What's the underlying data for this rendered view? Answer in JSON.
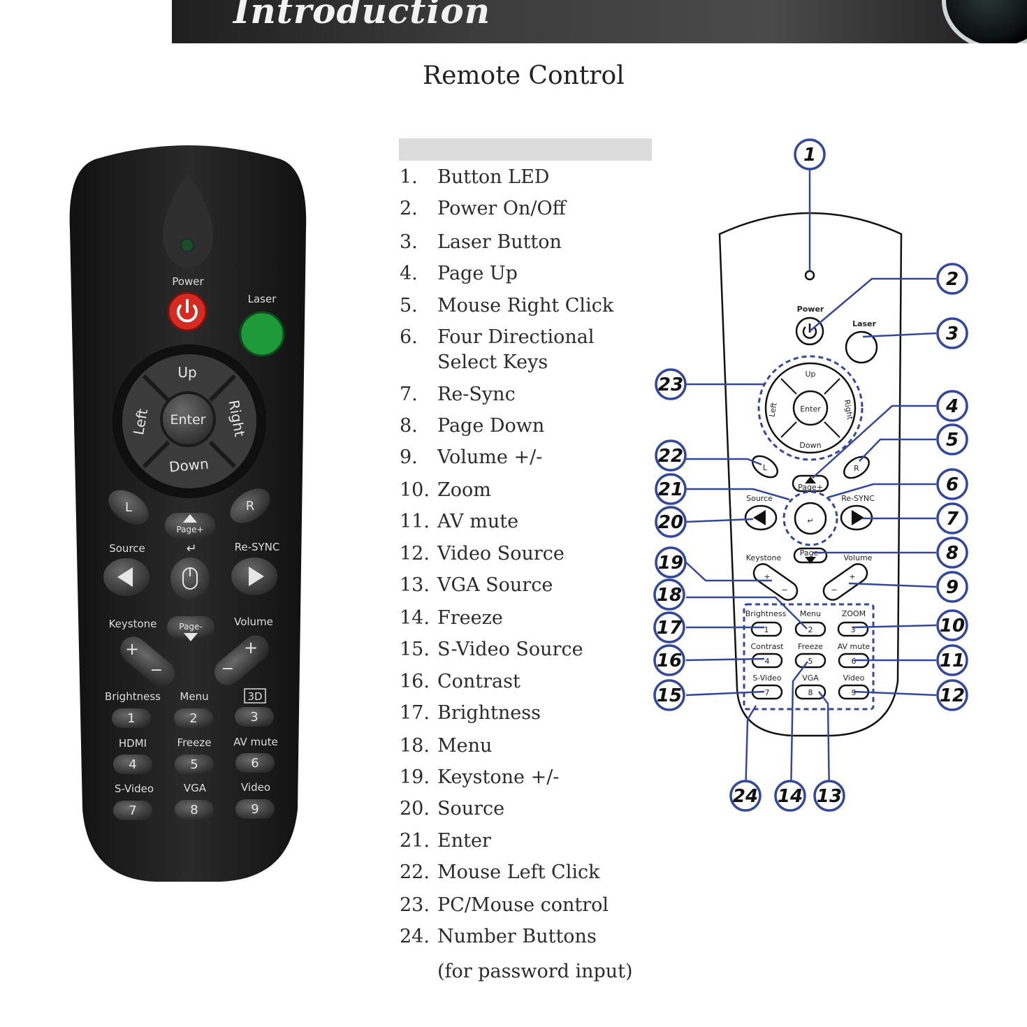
{
  "header": {
    "title": "Introduction"
  },
  "section": {
    "title": "Remote Control"
  },
  "items": [
    {
      "num": "1.",
      "label": "Button LED"
    },
    {
      "num": "2.",
      "label": "Power On/Off"
    },
    {
      "num": "3.",
      "label": "Laser Button"
    },
    {
      "num": "4.",
      "label": "Page Up"
    },
    {
      "num": "5.",
      "label": "Mouse Right Click"
    },
    {
      "num": "6.",
      "label": "Four Directional",
      "label2": "Select Keys"
    },
    {
      "num": "7.",
      "label": "Re-Sync"
    },
    {
      "num": "8.",
      "label": "Page Down"
    },
    {
      "num": "9.",
      "label": "Volume +/-"
    },
    {
      "num": "10.",
      "label": "Zoom"
    },
    {
      "num": "11.",
      "label": "AV mute"
    },
    {
      "num": "12.",
      "label": "Video Source"
    },
    {
      "num": "13.",
      "label": "VGA Source"
    },
    {
      "num": "14.",
      "label": "Freeze"
    },
    {
      "num": "15.",
      "label": "S-Video Source"
    },
    {
      "num": "16.",
      "label": "Contrast"
    },
    {
      "num": "17.",
      "label": "Brightness"
    },
    {
      "num": "18.",
      "label": "Menu"
    },
    {
      "num": "19.",
      "label": "Keystone +/-"
    },
    {
      "num": "20.",
      "label": "Source"
    },
    {
      "num": "21.",
      "label": "Enter"
    },
    {
      "num": "22.",
      "label": "Mouse Left Click"
    },
    {
      "num": "23.",
      "label": "PC/Mouse control"
    },
    {
      "num": "24.",
      "label": "Number Buttons",
      "label2": "(for password input)"
    }
  ],
  "photo": {
    "power": "Power",
    "laser": "Laser",
    "up": "Up",
    "down": "Down",
    "left": "Left",
    "right": "Right",
    "enter": "Enter",
    "l": "L",
    "r": "R",
    "page_up": "Page+",
    "page_down": "Page-",
    "enter_symbol": "↵",
    "source": "Source",
    "resync": "Re-SYNC",
    "keystone": "Keystone",
    "volume": "Volume",
    "plus": "+",
    "minus": "−",
    "brightness": "Brightness",
    "menu": "Menu",
    "three_d": "3D",
    "hdmi": "HDMI",
    "freeze": "Freeze",
    "av_mute": "AV mute",
    "svideo": "S-Video",
    "vga": "VGA",
    "video": "Video",
    "keys": [
      "1",
      "2",
      "3",
      "4",
      "5",
      "6",
      "7",
      "8",
      "9"
    ]
  },
  "diagram": {
    "power": "Power",
    "laser": "Laser",
    "up": "Up",
    "down": "Down",
    "left": "Left",
    "right": "Right",
    "enter": "Enter",
    "l": "L",
    "r": "R",
    "page_up": "Page+",
    "page_down": "Page-",
    "source": "Source",
    "resync": "Re-SYNC",
    "keystone": "Keystone",
    "volume": "Volume",
    "brightness": "Brightness",
    "menu": "Menu",
    "zoom": "ZOOM",
    "contrast": "Contrast",
    "freeze": "Freeze",
    "av_mute": "AV mute",
    "svideo": "S-Video",
    "vga": "VGA",
    "video": "Video",
    "keys": [
      "1",
      "2",
      "3",
      "4",
      "5",
      "6",
      "7",
      "8",
      "9"
    ],
    "callouts": [
      "1",
      "2",
      "3",
      "4",
      "5",
      "6",
      "7",
      "8",
      "9",
      "10",
      "11",
      "12",
      "13",
      "14",
      "15",
      "16",
      "17",
      "18",
      "19",
      "20",
      "21",
      "22",
      "23",
      "24"
    ]
  },
  "colors": {
    "power_button": "#d32b22",
    "laser_button": "#1f9a3a",
    "callout_ring": "#34489a",
    "remote_body": "#1c1c1c"
  }
}
